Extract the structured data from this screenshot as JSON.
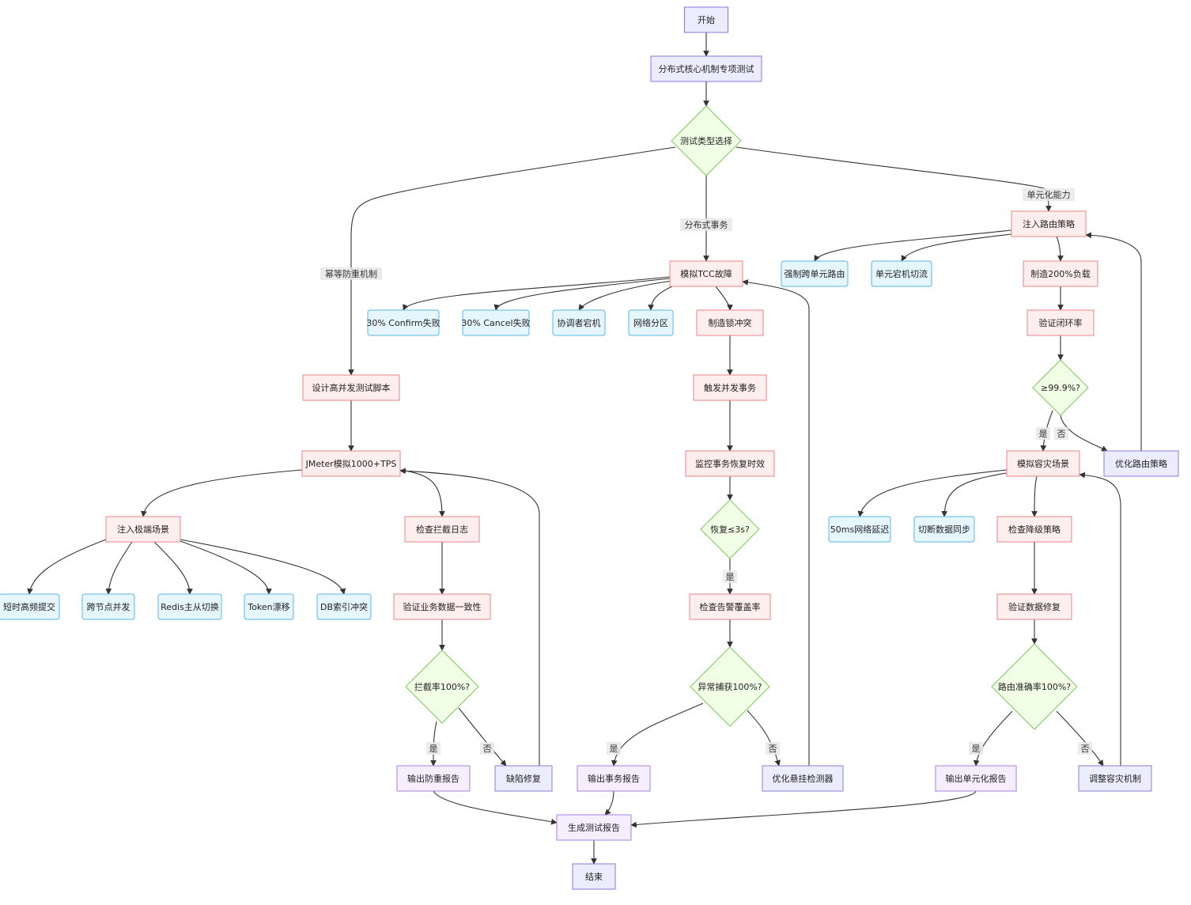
{
  "colors": {
    "start_fill": "#ECECFF",
    "start_stroke": "#9370DB",
    "decision_fill": "#F0FFE6",
    "decision_stroke": "#7CC95C",
    "action_fill": "#FFEEEE",
    "action_stroke": "#E88484",
    "sub_fill": "#E6F6FF",
    "sub_stroke": "#5BB4E8",
    "result_fill": "#F5EEFF",
    "result_stroke": "#A77FE0",
    "fix_fill": "#ECECFF",
    "fix_stroke": "#8C7BD8",
    "edge": "#333333",
    "label_bg": "#E8E8E8"
  },
  "nodes": {
    "start": "开始",
    "special_test": "分布式核心机制专项测试",
    "test_type": "测试类型选择",
    "inject_route": "注入路由策略",
    "force_cross_unit": "强制跨单元路由",
    "unit_failover": "单元宕机切流",
    "load_200": "制造200%负载",
    "verify_closed_loop": "验证闭环率",
    "check_999": "≥99.9%?",
    "optimize_route": "优化路由策略",
    "simulate_dr": "模拟容灾场景",
    "net_delay": "50ms网络延迟",
    "cut_sync": "切断数据同步",
    "check_degrade": "检查降级策略",
    "verify_repair": "验证数据修复",
    "route_accuracy": "路由准确率100%?",
    "unit_report": "输出单元化报告",
    "adjust_dr": "调整容灾机制",
    "simulate_tcc": "模拟TCC故障",
    "confirm_fail": "30% Confirm失败",
    "cancel_fail": "30% Cancel失败",
    "coordinator_down": "协调者宕机",
    "net_partition": "网络分区",
    "lock_conflict": "制造锁冲突",
    "trigger_concurrent": "触发并发事务",
    "monitor_recovery": "监控事务恢复时效",
    "recovery_3s": "恢复≤3s?",
    "check_alarm": "检查告警覆盖率",
    "exception_100": "异常捕获100%?",
    "tx_report": "输出事务报告",
    "optimize_hang": "优化悬挂检测器",
    "design_script": "设计高并发测试脚本",
    "jmeter": "JMeter模拟1000+TPS",
    "inject_extreme": "注入极端场景",
    "check_intercept": "检查拦截日志",
    "short_submit": "短时高频提交",
    "cross_node": "跨节点并发",
    "redis_switch": "Redis主从切换",
    "token_drift": "Token漂移",
    "db_index": "DB索引冲突",
    "verify_consistency": "验证业务数据一致性",
    "intercept_100": "拦截率100%?",
    "idem_report": "输出防重报告",
    "defect_fix": "缺陷修复",
    "gen_report": "生成测试报告",
    "end": "结束"
  },
  "edge_labels": {
    "unitization": "单元化能力",
    "distributed_tx": "分布式事务",
    "idempotency": "幂等防重机制",
    "yes": "是",
    "no": "否"
  }
}
